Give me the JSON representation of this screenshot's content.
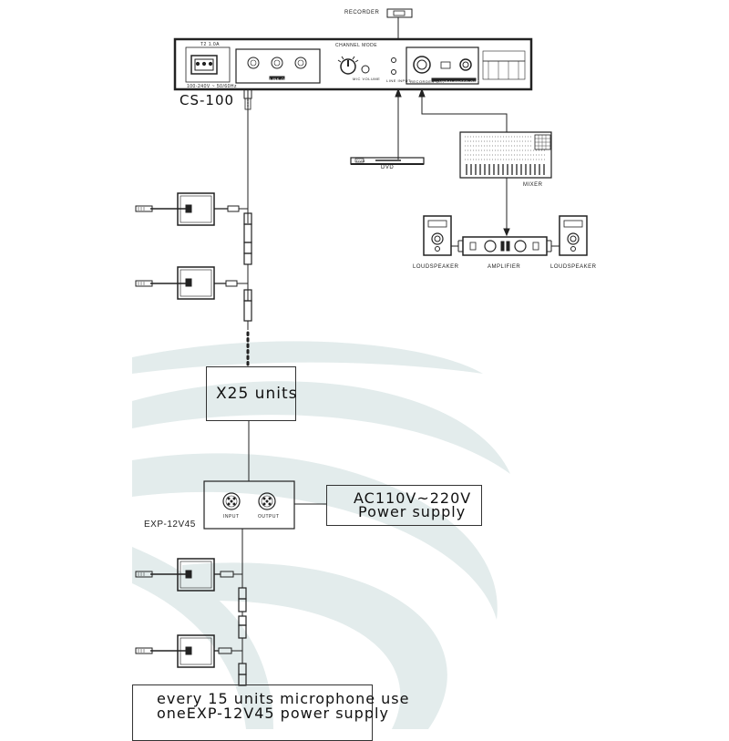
{
  "main_unit": {
    "model": "CS-100",
    "fuse_label": "T2  1.0A",
    "power_label": "100-240V ~ 50/60Hz",
    "channel_mode_label": "CHANNEL MODE",
    "link_out_label": "LINK OUT",
    "mic_vol_label": "MIC VOLUME",
    "line_input_label": "LINE INPUT",
    "recorder_out_label": "RECORDER OUT",
    "line_out_label": "UNBALANCED OUT"
  },
  "devices": {
    "recorder": "RECORDER",
    "dvd": "DVD",
    "dvd_screen": "DVD",
    "mixer": "MIXER",
    "amplifier": "AMPLIFIER",
    "loudspeaker_left": "LOUDSPEAKER",
    "loudspeaker_right": "LOUDSPEAKER"
  },
  "chain": {
    "units_label": "X25 units"
  },
  "expander": {
    "model": "EXP-12V45",
    "input_label": "INPUT",
    "output_label": "OUTPUT"
  },
  "power_supply": {
    "line1": "AC110V~220V",
    "line2": "Power supply"
  },
  "note": {
    "line1": "every 15 units microphone use",
    "line2": "oneEXP-12V45 power supply"
  }
}
